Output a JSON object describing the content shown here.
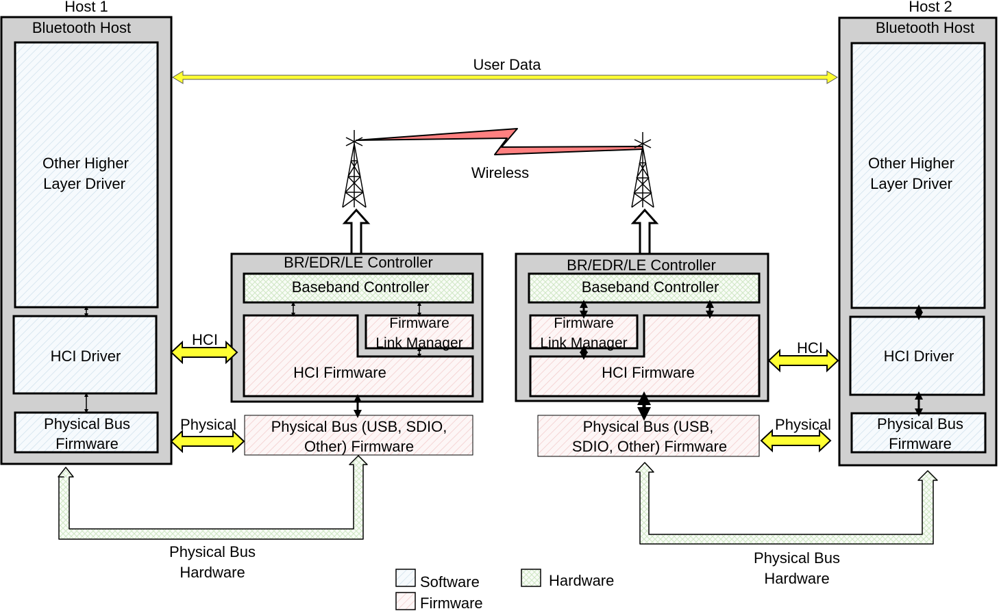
{
  "colors": {
    "host_bg": "#d0d0d0",
    "software_fill": "#eef5fa",
    "firmware_fill": "#fbecec",
    "hardware_fill": "#eef7ea",
    "yellow_arrow": "#ffff33",
    "wireless": "#ff7f7f"
  },
  "host1": {
    "title": "Host 1",
    "header": "Bluetooth Host",
    "other_driver": [
      "Other Higher",
      "Layer Driver"
    ],
    "hci_driver": "HCI Driver",
    "phys_fw": [
      "Physical Bus",
      "Firmware"
    ]
  },
  "host2": {
    "title": "Host 2",
    "header": "Bluetooth Host",
    "other_driver": [
      "Other Higher",
      "Layer Driver"
    ],
    "hci_driver": "HCI Driver",
    "phys_fw": [
      "Physical Bus",
      "Firmware"
    ]
  },
  "user_data": "User Data",
  "wireless": "Wireless",
  "ctrl1": {
    "title": "BR/EDR/LE Controller",
    "baseband": "Baseband Controller",
    "link_mgr": [
      "Firmware",
      "Link Manager"
    ],
    "hci_fw": "HCI Firmware",
    "phys": [
      "Physical Bus (USB, SDIO,",
      "Other) Firmware"
    ]
  },
  "ctrl2": {
    "title": "BR/EDR/LE Controller",
    "baseband": "Baseband Controller",
    "link_mgr": [
      "Firmware",
      "Link Manager"
    ],
    "hci_fw": "HCI Firmware",
    "phys": [
      "Physical Bus (USB,",
      "SDIO, Other) Firmware"
    ]
  },
  "arrows": {
    "hci_left": "HCI",
    "hci_right": "HCI",
    "physical_left": "Physical",
    "physical_right": "Physical"
  },
  "hw_left": [
    "Physical Bus",
    "Hardware"
  ],
  "hw_right": [
    "Physical Bus",
    "Hardware"
  ],
  "legend": {
    "software": "Software",
    "firmware": "Firmware",
    "hardware": "Hardware"
  }
}
